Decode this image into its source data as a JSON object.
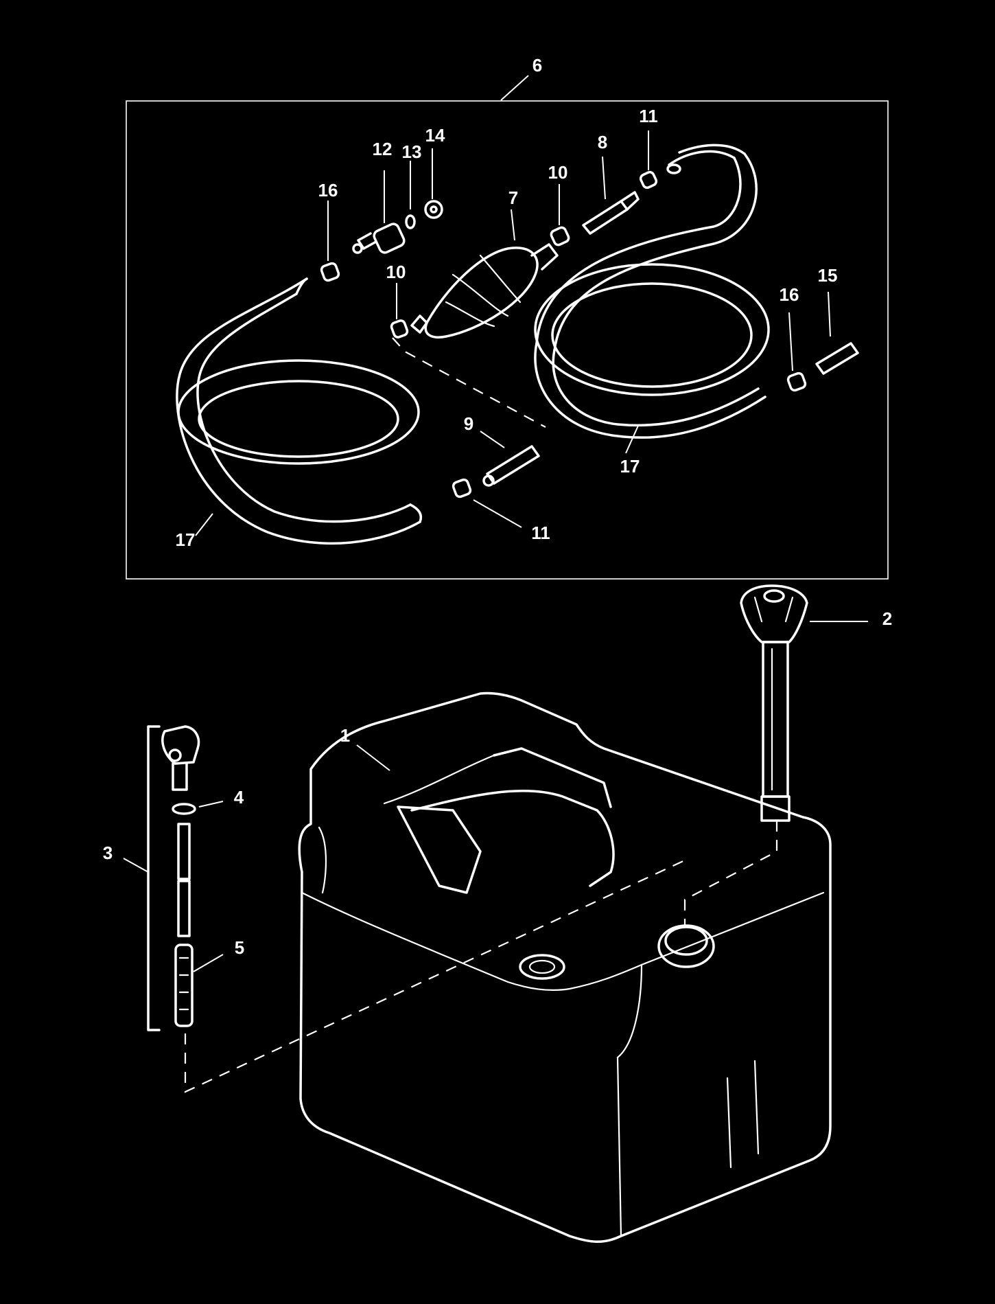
{
  "diagram": {
    "background_color": "#000000",
    "line_color": "#ffffff",
    "callouts": [
      "1",
      "2",
      "3",
      "4",
      "5",
      "6",
      "7",
      "8",
      "9",
      "10",
      "10",
      "11",
      "11",
      "12",
      "13",
      "14",
      "15",
      "16",
      "16",
      "17",
      "17"
    ]
  }
}
